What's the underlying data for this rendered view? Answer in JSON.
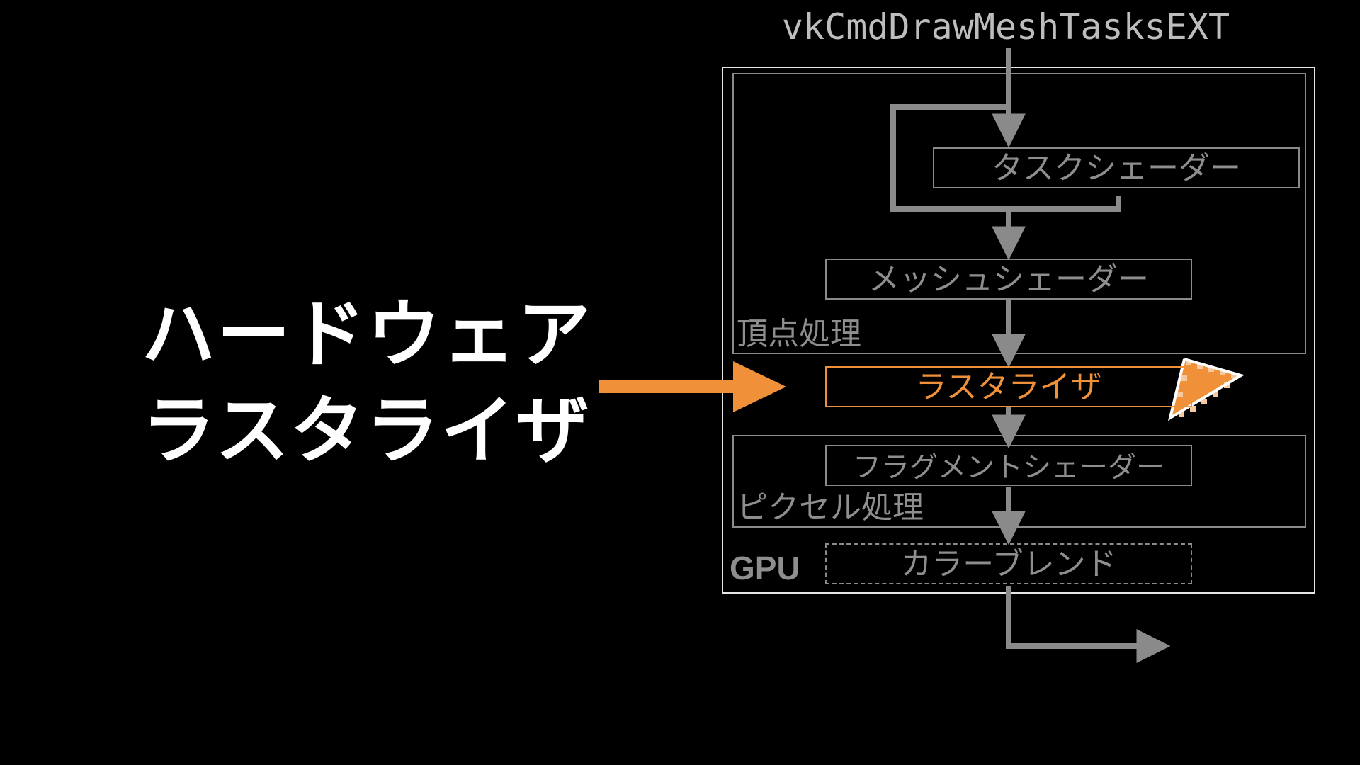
{
  "title": {
    "line1": "ハードウェア",
    "line2": "ラスタライザ"
  },
  "diagram": {
    "api_call": "vkCmdDrawMeshTasksEXT",
    "stages": {
      "task_shader": "タスクシェーダー",
      "mesh_shader": "メッシュシェーダー",
      "rasterizer": "ラスタライザ",
      "fragment_shader": "フラグメントシェーダー",
      "color_blend": "カラーブレンド"
    },
    "groups": {
      "vertex_processing": "頂点処理",
      "pixel_processing": "ピクセル処理",
      "gpu": "GPU"
    },
    "colors": {
      "background": "#000000",
      "title_text": "#ffffff",
      "diagram_gray": "#8a8a8a",
      "highlight_orange": "#f0913a",
      "gpu_frame": "#e6e6e6"
    },
    "icons": [
      "pointer-arrow-icon",
      "triangle-raster-icon"
    ]
  }
}
